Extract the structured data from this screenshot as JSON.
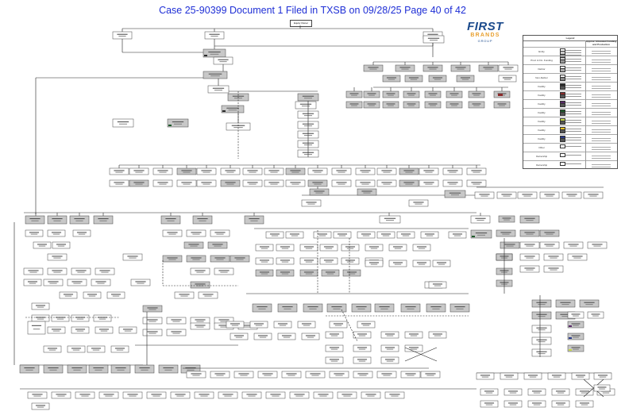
{
  "header": {
    "text": "Case 25-90399    Document 1    Filed in TXSB on 09/28/25    Page 40 of 42"
  },
  "logo": {
    "line1": "FIRST",
    "line2": "BRANDS",
    "line3": "GROUP"
  },
  "top_node_label": "Equity Owner",
  "legend": {
    "title": "Legend",
    "column_header": "Approx. Allocated Funding and Production",
    "rows": [
      {
        "label": "Entity",
        "swatches": [
          "#ffffff",
          "#cccccc",
          "#888888"
        ],
        "value": ""
      },
      {
        "label": "Prod. & Fin. Funding",
        "swatches": [
          "#cccccc",
          "#999999"
        ],
        "value": ""
      },
      {
        "label": "Debtor",
        "swatches": [
          "#ffffff",
          "#aaaaaa"
        ],
        "value": ""
      },
      {
        "label": "Non-Debtor",
        "swatches": [
          "#f0f0f0",
          "#888888"
        ],
        "value": ""
      },
      {
        "label": "Facility",
        "swatches": [
          "#2a2a2a",
          "#555555"
        ],
        "value": ""
      },
      {
        "label": "Facility",
        "swatches": [
          "#8b2a2a",
          "#555555"
        ],
        "value": ""
      },
      {
        "label": "Facility",
        "swatches": [
          "#5a2a6a",
          "#555555"
        ],
        "value": ""
      },
      {
        "label": "Facility",
        "swatches": [
          "#1e5a2a",
          "#555555"
        ],
        "value": ""
      },
      {
        "label": "Facility",
        "swatches": [
          "#c8d84a",
          "#555555"
        ],
        "value": ""
      },
      {
        "label": "Facility",
        "swatches": [
          "#e8c020",
          "#555555"
        ],
        "value": ""
      },
      {
        "label": "Facility",
        "swatches": [
          "#2a3a8a",
          "#555555"
        ],
        "value": ""
      },
      {
        "label": "Other",
        "swatches": [
          "#ffffff"
        ],
        "value": ""
      },
      {
        "label": "Ownership",
        "swatches": [
          "#ffffff"
        ],
        "value": ""
      },
      {
        "label": "Ownership",
        "swatches": [
          "#ffffff"
        ],
        "value": ""
      }
    ]
  },
  "colors": {
    "header_text": "#1f2fd6",
    "logo_blue": "#1b4a8c",
    "logo_orange": "#e8a030",
    "box_border": "#444444",
    "box_gray": "#c8c8c8",
    "line": "#222222"
  }
}
